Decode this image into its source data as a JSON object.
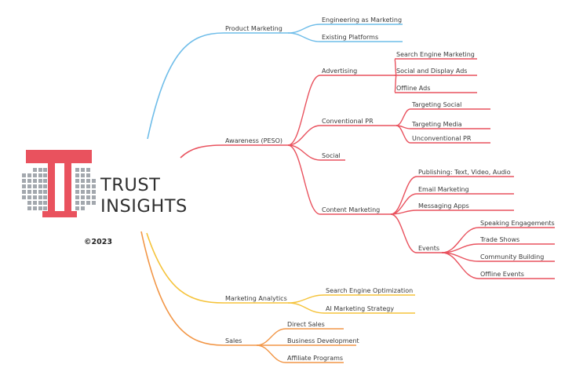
{
  "logo": {
    "line1": "TRUST",
    "line2": "INSIGHTS",
    "accent": "#e9525e",
    "dots": "#a3a8ae"
  },
  "copyright": "©2023",
  "colors": {
    "blue": "#6fbde9",
    "red": "#e9525e",
    "yellow": "#f5c33b",
    "orange": "#f29646"
  },
  "branches": [
    {
      "label": "Product Marketing",
      "color": "blue",
      "children": [
        {
          "label": "Engineering as Marketing"
        },
        {
          "label": "Existing Platforms"
        }
      ]
    },
    {
      "label": "Awareness (PESO)",
      "color": "red",
      "children": [
        {
          "label": "Advertising",
          "children": [
            {
              "label": "Search Engine Marketing"
            },
            {
              "label": "Social and Display Ads"
            },
            {
              "label": "Offline Ads"
            }
          ]
        },
        {
          "label": "Conventional PR",
          "children": [
            {
              "label": "Targeting Social"
            },
            {
              "label": "Targeting Media"
            },
            {
              "label": "Unconventional PR"
            }
          ]
        },
        {
          "label": "Social"
        },
        {
          "label": "Content Marketing",
          "children": [
            {
              "label": "Publishing: Text, Video, Audio"
            },
            {
              "label": "Email Marketing"
            },
            {
              "label": "Messaging Apps"
            },
            {
              "label": "Events",
              "children": [
                {
                  "label": "Speaking Engagements"
                },
                {
                  "label": "Trade Shows"
                },
                {
                  "label": "Community Building"
                },
                {
                  "label": "Offline Events"
                }
              ]
            }
          ]
        }
      ]
    },
    {
      "label": "Marketing Analytics",
      "color": "yellow",
      "children": [
        {
          "label": "Search Engine Optimization"
        },
        {
          "label": "AI Marketing Strategy"
        }
      ]
    },
    {
      "label": "Sales",
      "color": "orange",
      "children": [
        {
          "label": "Direct Sales"
        },
        {
          "label": "Business Development"
        },
        {
          "label": "Affiliate Programs"
        }
      ]
    }
  ]
}
